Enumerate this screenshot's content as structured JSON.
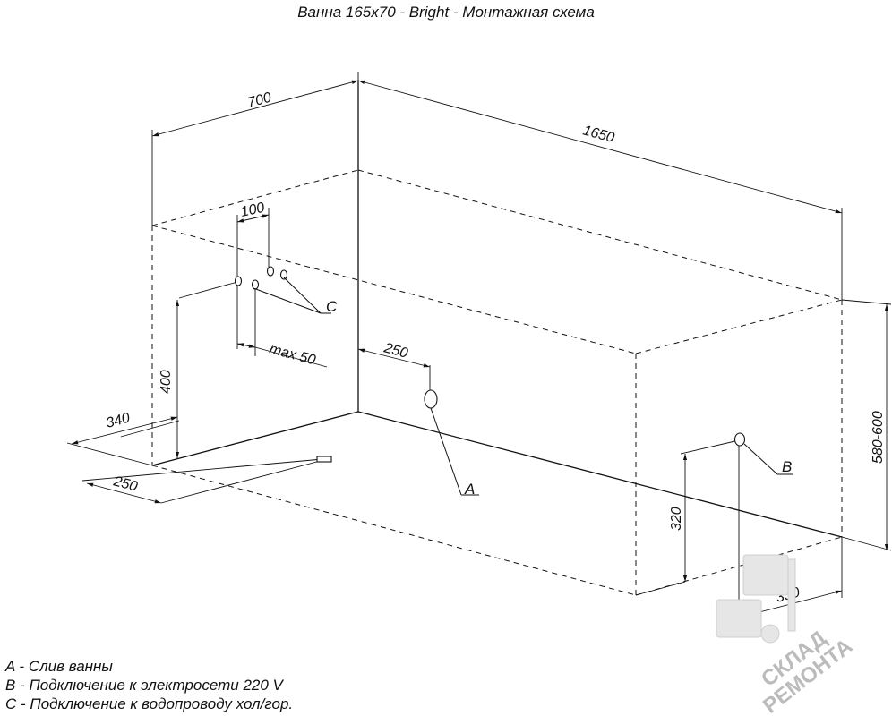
{
  "title": "Ванна 165х70 - Bright - Монтажная схема",
  "dimensions": {
    "width": "700",
    "length": "1650",
    "c_spacing": "100",
    "c_offset": "max 50",
    "c_height": "400",
    "side_340": "340",
    "side_250": "250",
    "drain_offset": "250",
    "height_range": "580-600",
    "b_height": "320",
    "b_offset": "350"
  },
  "point_labels": {
    "a": "A",
    "b": "B",
    "c": "C"
  },
  "legend": [
    "A - Слив ванны",
    "B - Подключение к электросети 220 V",
    "C - Подключение к водопроводу хол/гор."
  ],
  "watermark": {
    "line1": "СКЛАД",
    "line2": "РЕМОНТА",
    "color": "#bbbbbb"
  }
}
